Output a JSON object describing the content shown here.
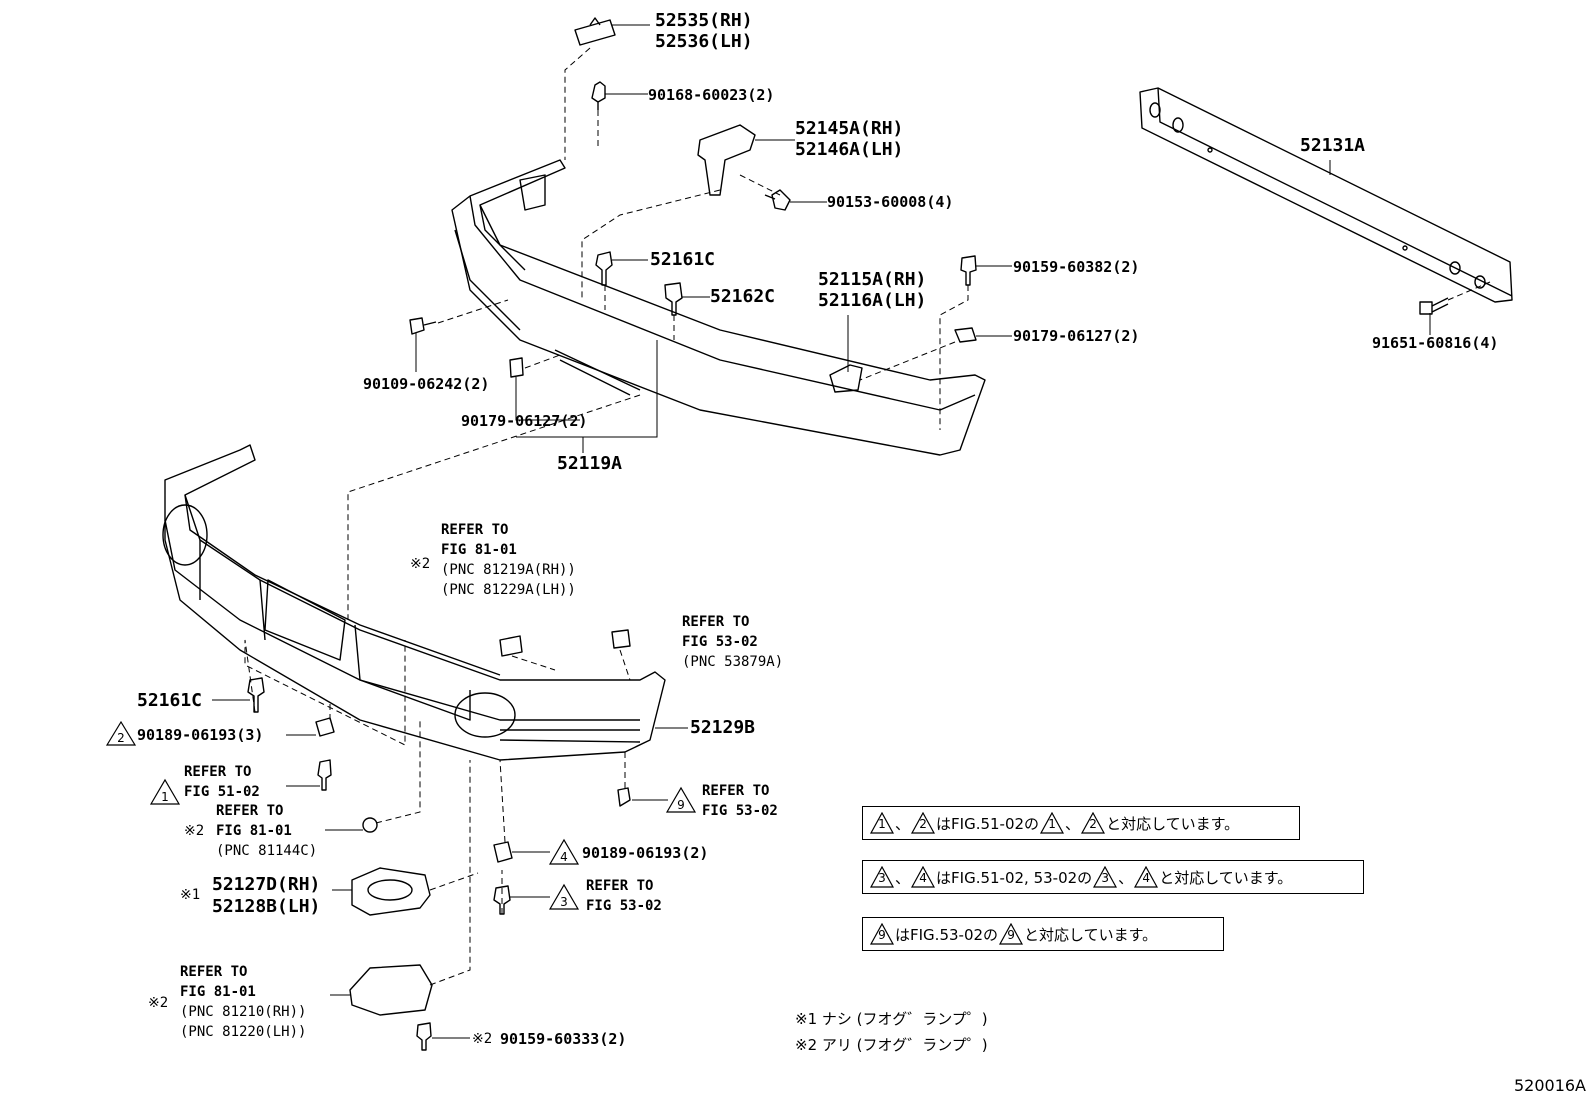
{
  "parts": {
    "p52535": "52535(RH)",
    "p52536": "52536(LH)",
    "p90168": "90168-60023(2)",
    "p52145A": "52145A(RH)",
    "p52146A": "52146A(LH)",
    "p90153": "90153-60008(4)",
    "p52161C_top": "52161C",
    "p52162C": "52162C",
    "p52115A": "52115A(RH)",
    "p52116A": "52116A(LH)",
    "p90159_382": "90159-60382(2)",
    "p90179_right": "90179-06127(2)",
    "p52131A": "52131A",
    "p91651": "91651-60816(4)",
    "p90109": "90109-06242(2)",
    "p90179_left": "90179-06127(2)",
    "p52119A": "52119A",
    "p52161C_low": "52161C",
    "p90189_3": "90189-06193(3)",
    "p52129B": "52129B",
    "p90189_2": "90189-06193(2)",
    "p52127D": "52127D(RH)",
    "p52128B": "52128B(LH)",
    "p90159_333": "90159-60333(2)"
  },
  "refs": {
    "r8101a": [
      "REFER TO",
      "FIG 81-01",
      "(PNC 81219A(RH))",
      "(PNC 81229A(LH))"
    ],
    "r5302a": [
      "REFER TO",
      "FIG 53-02",
      "(PNC 53879A)"
    ],
    "r5102": [
      "REFER TO",
      "FIG 51-02"
    ],
    "r8101b": [
      "REFER TO",
      "FIG 81-01",
      "(PNC 81144C)"
    ],
    "r5302b": [
      "REFER TO",
      "FIG 53-02"
    ],
    "r5302c": [
      "REFER TO",
      "FIG 53-02"
    ],
    "r8101c": [
      "REFER TO",
      "FIG 81-01",
      "(PNC 81210(RH))",
      "(PNC 81220(LH))"
    ]
  },
  "marks": {
    "kome1": "※1",
    "kome2": "※2",
    "tri1": "1",
    "tri2": "2",
    "tri3": "3",
    "tri4": "4",
    "tri9": "9"
  },
  "notes": {
    "n1_a": "、",
    "n1_b": "はFIG.51-02の",
    "n1_c": "、",
    "n1_d": "と対応しています。",
    "n2_a": "、",
    "n2_b": "はFIG.51-02, 53-02の",
    "n2_c": "、",
    "n2_d": "と対応しています。",
    "n3_b": "はFIG.53-02の",
    "n3_d": "と対応しています。"
  },
  "legend": {
    "l1": "ナシ (フオグ゛ランプ゜)",
    "l2": "アリ (フオグ゛ランプ゜)"
  },
  "figure_id": "520016A"
}
